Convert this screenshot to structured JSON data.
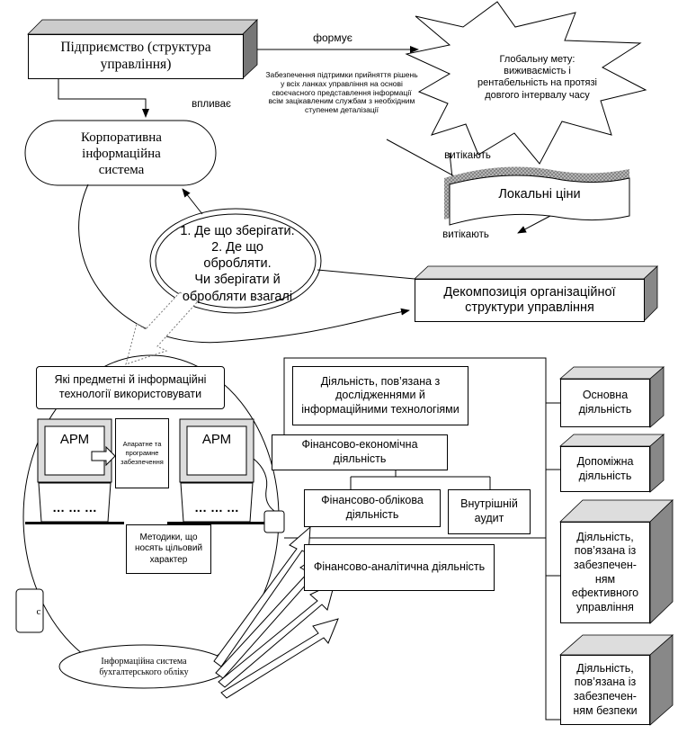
{
  "enterprise": "Підприємство (структура управління)",
  "forms_label": "формує",
  "influences_label": "впливає",
  "goal": "Глобальну мету: виживаємість і рентабельність на протязі довгого інтервалу часу",
  "support_note": "Забезпечення підтримки прийняття рішень у всіх ланках управління на основі своєчасного представлення інформації всім зацікавленим службам з необхідним ступенем деталізації",
  "cis": "Корпоративна інформаційна система",
  "flow_out_1": "витікають",
  "local_values": "Локальні ціни",
  "flow_out_2": "витікають",
  "questions": {
    "q1": "1. Де що зберігати.",
    "q2": "2. Де що обробляти.",
    "q3": "Чи зберігати й обробляти взагалі"
  },
  "decomposition": "Декомпозиція організаційної структури управління",
  "technologies": "Які предметні й інформаційні технології використовувати",
  "arm_left": "АРМ",
  "arm_right": "АРМ",
  "dots_left": "… … …",
  "dots_right": "… … …",
  "hardware": "Апаратне та програмне забезпечення",
  "methods": "Методики, що носять цільовий характер",
  "accounting_is": "Інформаційна система бухгалтерського обліку",
  "small_left_letter": "с",
  "activities": {
    "research": "Діяльність, пов’язана з дослідженнями й інформаційними технологіями",
    "financial_economic": "Фінансово-економічна діяльність",
    "financial_accounting": "Фінансово-облікова діяльність",
    "internal_audit": "Внутрішній аудит",
    "financial_analytic": "Фінансово-аналітична діяльність"
  },
  "side_blocks": {
    "main": "Основна діяльність",
    "auxiliary": "Допоміжна діяльність",
    "management": "Діяльність, пов’язана із забезпечен-ням ефективного управління",
    "security": "Діяльність, пов’язана із забезпечен-ням безпеки"
  }
}
